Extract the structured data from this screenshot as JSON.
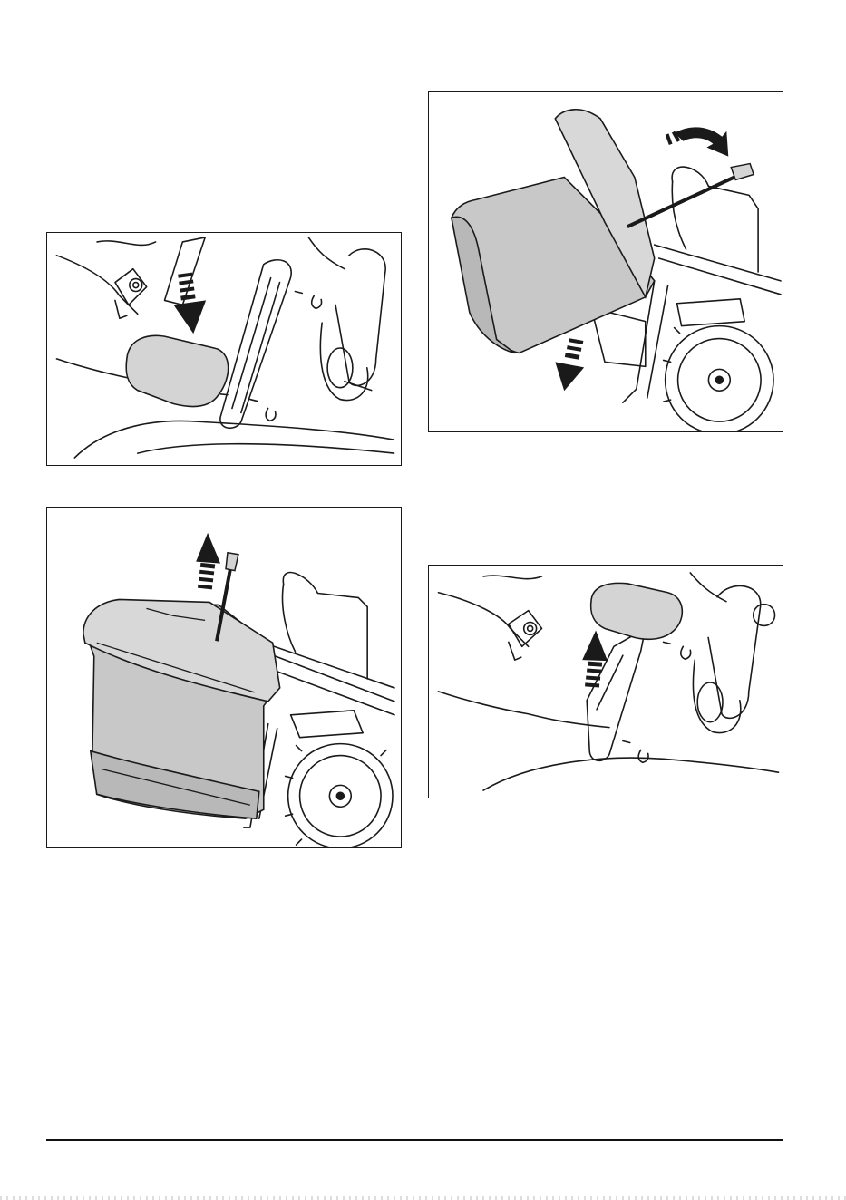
{
  "figures": [
    {
      "id": "fig1",
      "icon": "pedal-press-down-illustration",
      "arrow": "down"
    },
    {
      "id": "fig2",
      "icon": "lift-rod-up-illustration",
      "arrow": "up"
    },
    {
      "id": "fig3",
      "icon": "tilt-collector-illustration",
      "arrow": "rotate-down"
    },
    {
      "id": "fig4",
      "icon": "pedal-release-up-illustration",
      "arrow": "up"
    }
  ],
  "colors": {
    "line": "#1a1a1a",
    "grass_bag": "#c8c8c8",
    "pedal": "#d4d4d4",
    "background": "#ffffff"
  }
}
